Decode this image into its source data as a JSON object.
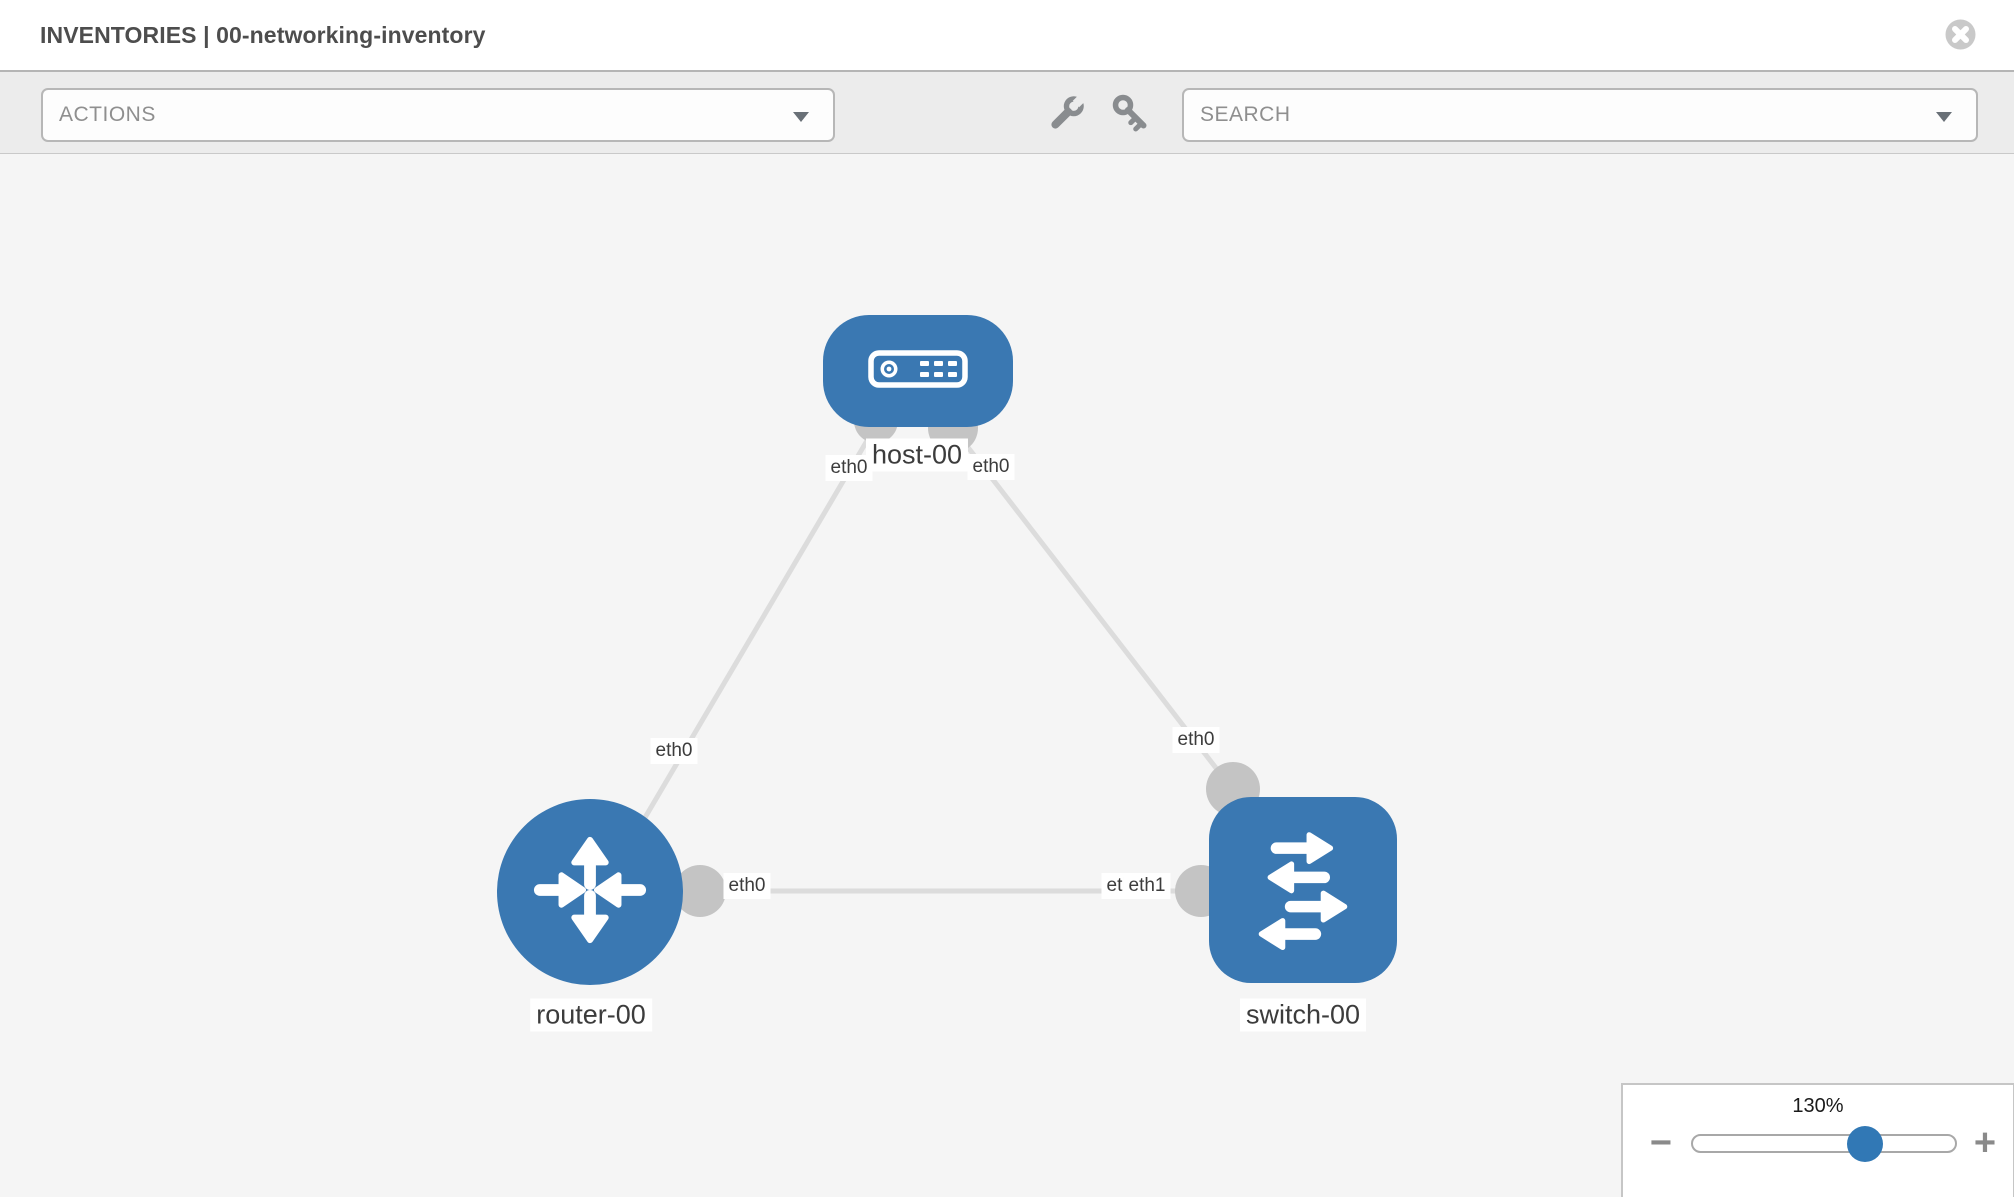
{
  "header": {
    "title": "INVENTORIES | 00-networking-inventory",
    "close_icon": "x-circle-icon"
  },
  "toolbar": {
    "actions_dropdown": {
      "label": "ACTIONS"
    },
    "wrench_icon": "wrench-icon",
    "key_icon": "key-icon",
    "search_dropdown": {
      "placeholder": "SEARCH"
    }
  },
  "canvas": {
    "nodes": [
      {
        "label": "host-00",
        "type": "host",
        "shape": "rounded-rect",
        "icon": "server-icon"
      },
      {
        "label": "router-00",
        "type": "router",
        "shape": "circle",
        "icon": "router-arrows-icon"
      },
      {
        "label": "switch-00",
        "type": "switch",
        "shape": "rounded-square",
        "icon": "switch-arrows-icon"
      }
    ],
    "links": [
      {
        "from": "host-00",
        "to": "router-00",
        "labels": {
          "near_host": "eth0",
          "near_router": "eth0"
        }
      },
      {
        "from": "host-00",
        "to": "switch-00",
        "labels": {
          "near_host": "eth0",
          "near_switch": "eth0"
        }
      },
      {
        "from": "router-00",
        "to": "switch-00",
        "labels": {
          "near_router": "eth0",
          "near_switch_under": "eth0",
          "near_switch": "eth1"
        }
      }
    ]
  },
  "zoom_control": {
    "value": "130%",
    "minus_glyph": "−",
    "plus_glyph": "+"
  },
  "colors": {
    "node_blue": "#3a78b2",
    "link_gray": "#dcdcdc",
    "port_gray": "#c4c4c4",
    "toolbar_bg": "#ececec",
    "canvas_bg": "#f5f5f5",
    "knob_blue": "#3178b5",
    "title_gray": "#4d4d4d"
  }
}
